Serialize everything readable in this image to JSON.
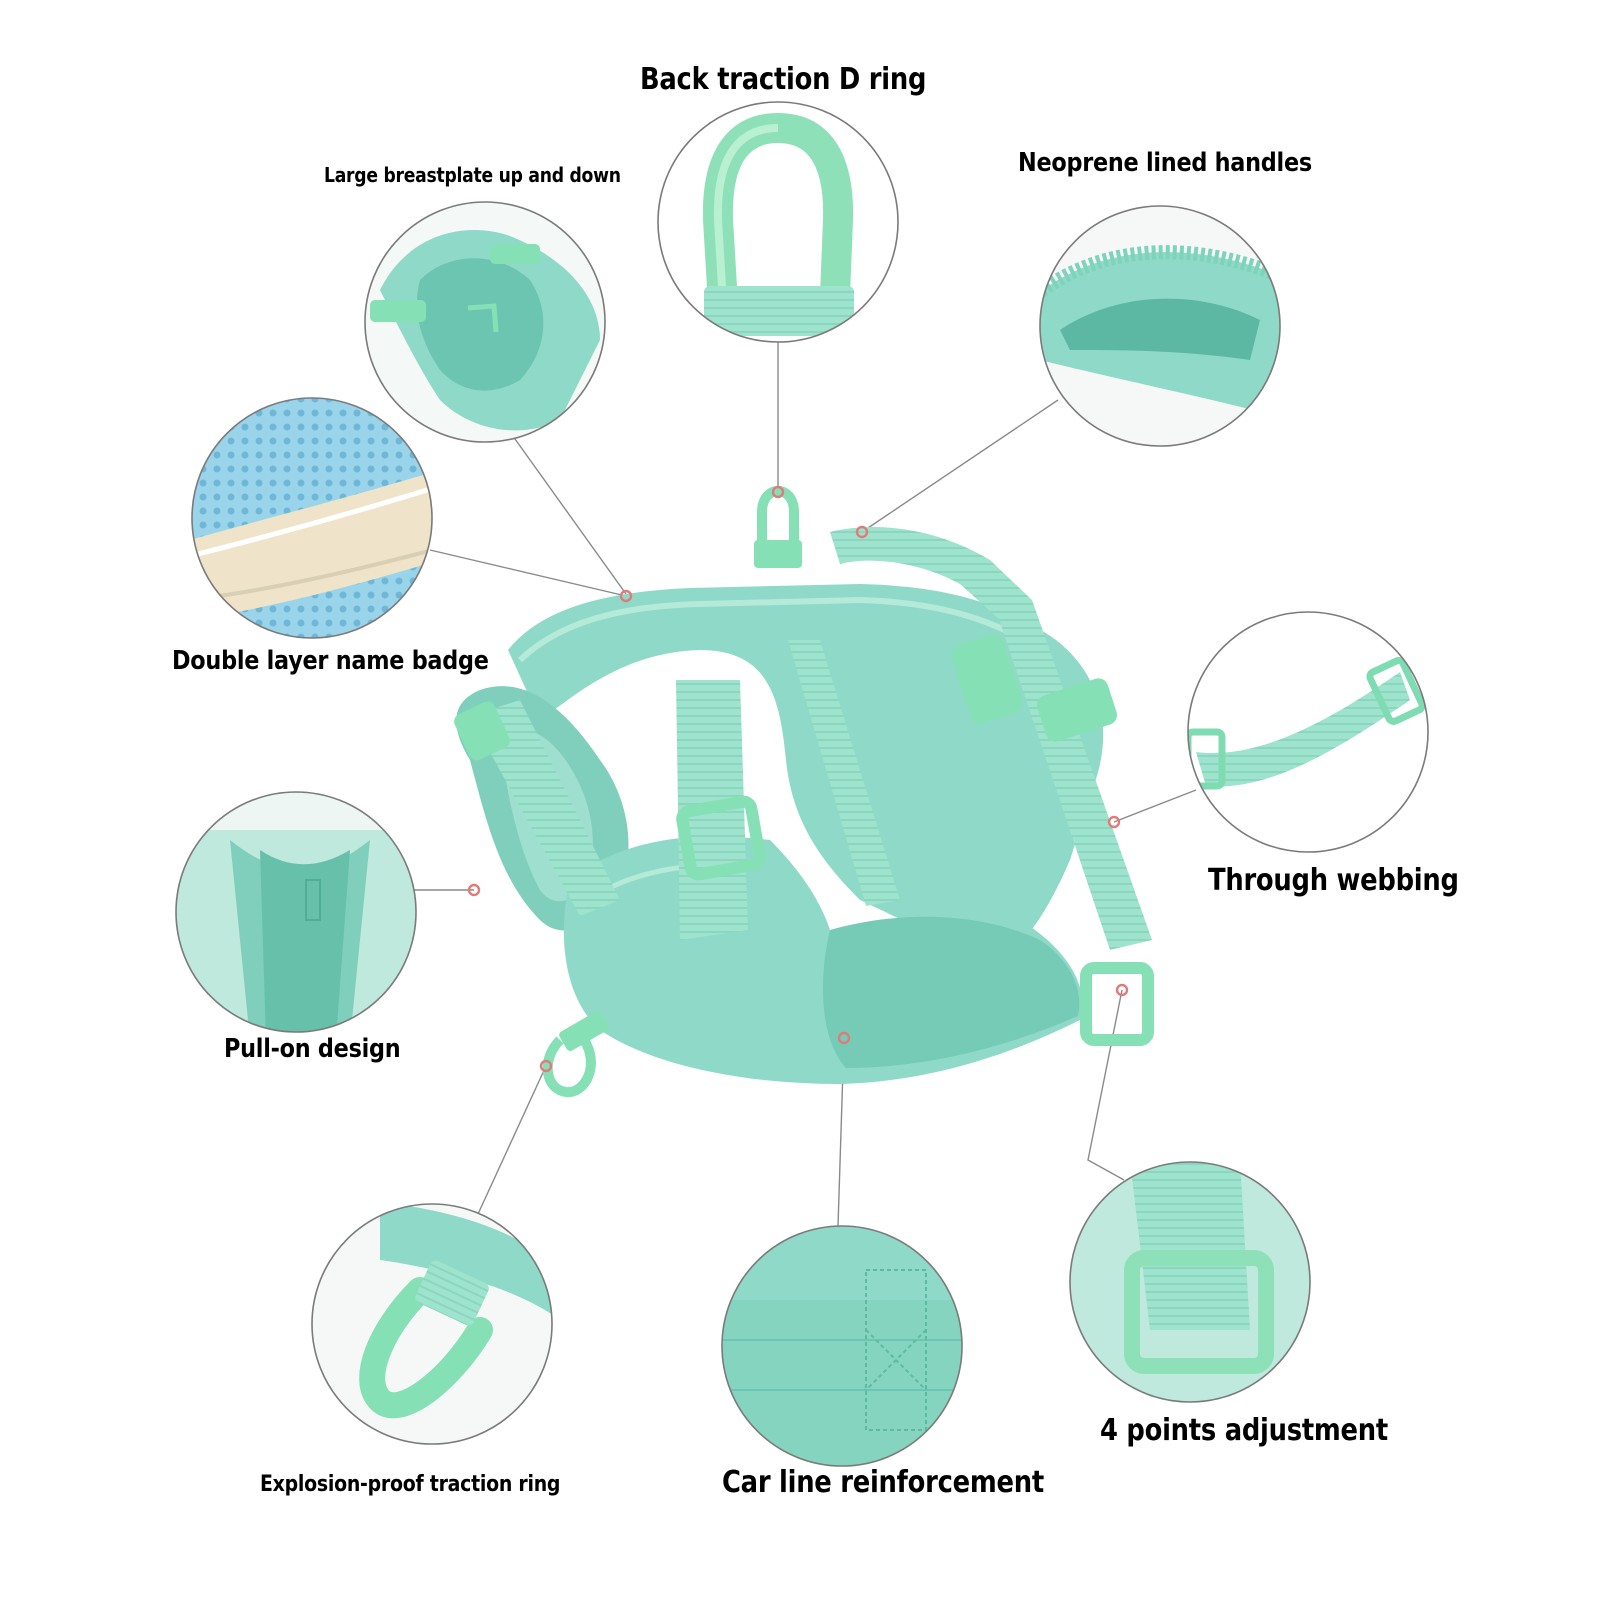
{
  "callouts": [
    {
      "id": "back-traction-d-ring",
      "text": "Back traction D ring"
    },
    {
      "id": "neoprene-lined-handles",
      "text": "Neoprene lined handles"
    },
    {
      "id": "large-breastplate",
      "text": "Large breastplate up and down"
    },
    {
      "id": "double-layer-name-badge",
      "text": "Double layer name badge"
    },
    {
      "id": "through-webbing",
      "text": "Through webbing"
    },
    {
      "id": "pull-on-design",
      "text": "Pull-on design"
    },
    {
      "id": "four-points-adjustment",
      "text": "4 points adjustment"
    },
    {
      "id": "explosion-proof-traction-ring",
      "text": "Explosion-proof traction ring"
    },
    {
      "id": "car-line-reinforcement",
      "text": "Car line reinforcement"
    }
  ],
  "colors": {
    "harness_body": "#8fd9c8",
    "harness_shadow": "#6cc5b1",
    "harness_light": "#b5ead9",
    "buckle": "#86e0b6",
    "mesh_blue": "#8fcde6",
    "foam": "#efe4c9",
    "leader_line": "#8a8a8a",
    "marker": "#e07b7b"
  }
}
